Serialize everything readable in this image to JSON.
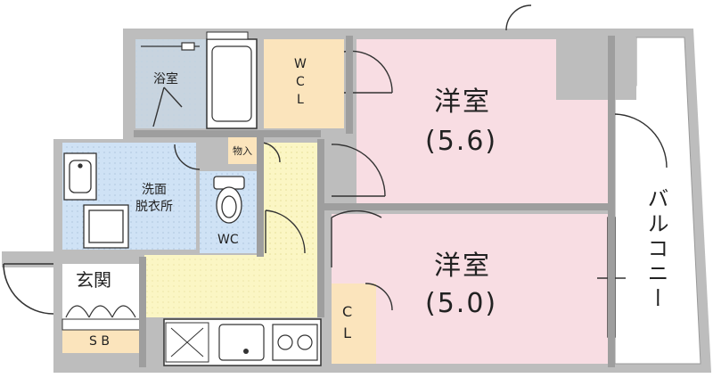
{
  "floor_plan": {
    "rooms": {
      "western_room_1": {
        "name": "洋室",
        "size": "(5.6)"
      },
      "western_room_2": {
        "name": "洋室",
        "size": "(5.0)"
      },
      "bathroom": {
        "name": "浴室"
      },
      "walk_in_closet": {
        "name": "W\nC\nL"
      },
      "washroom": {
        "name": "洗面\n脱衣所"
      },
      "storage": {
        "name": "物入"
      },
      "toilet": {
        "name": "WC"
      },
      "entrance": {
        "name": "玄関"
      },
      "shoe_box": {
        "name": "S B"
      },
      "closet": {
        "name": "C\nL"
      },
      "balcony": {
        "name": "バルコニー"
      }
    },
    "colors": {
      "wall": "#bdbdbd",
      "western_room": "#f8dde3",
      "wet_area": "#cfe2f5",
      "closet": "#fbe4bc",
      "floor_wood": "#fbf6c4",
      "floor_tile": "#f7f2b5",
      "balcony": "#ffffff"
    }
  }
}
